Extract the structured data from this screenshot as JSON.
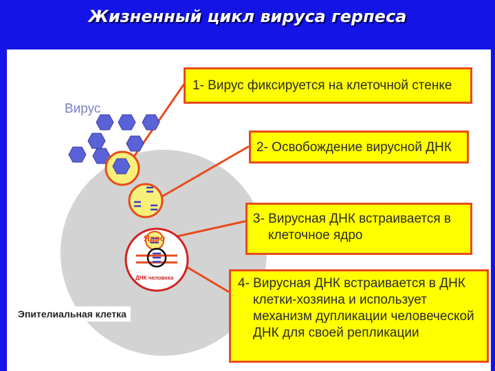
{
  "title": "Жизненный цикл вируса герпеса",
  "labels": {
    "virus": "Вирус",
    "epithelial_cell": "Эпителиальная клетка",
    "nucleus": "Ядро",
    "human_dna": "ДНК человека"
  },
  "callouts": [
    {
      "lines": [
        "1- Вирус фиксируется на клеточной стенке"
      ]
    },
    {
      "lines": [
        "2- Освобождение вирусной ДНК"
      ]
    },
    {
      "lines": [
        "3- Вирусная ДНК встраивается в",
        "клеточное ядро"
      ]
    },
    {
      "lines": [
        "4- Вирусная ДНК встраивается в ДНК",
        "клетки-хозяина и использует",
        "механизм дупликации человеческой",
        "ДНК для своей репликации"
      ]
    }
  ],
  "colors": {
    "title_bar": "#1414e6",
    "callout_fill": "#ffff00",
    "callout_border": "#e84a1a",
    "cell": "#d3d3d3",
    "virus": "#5a62d8",
    "highlight": "#f6f07a"
  }
}
